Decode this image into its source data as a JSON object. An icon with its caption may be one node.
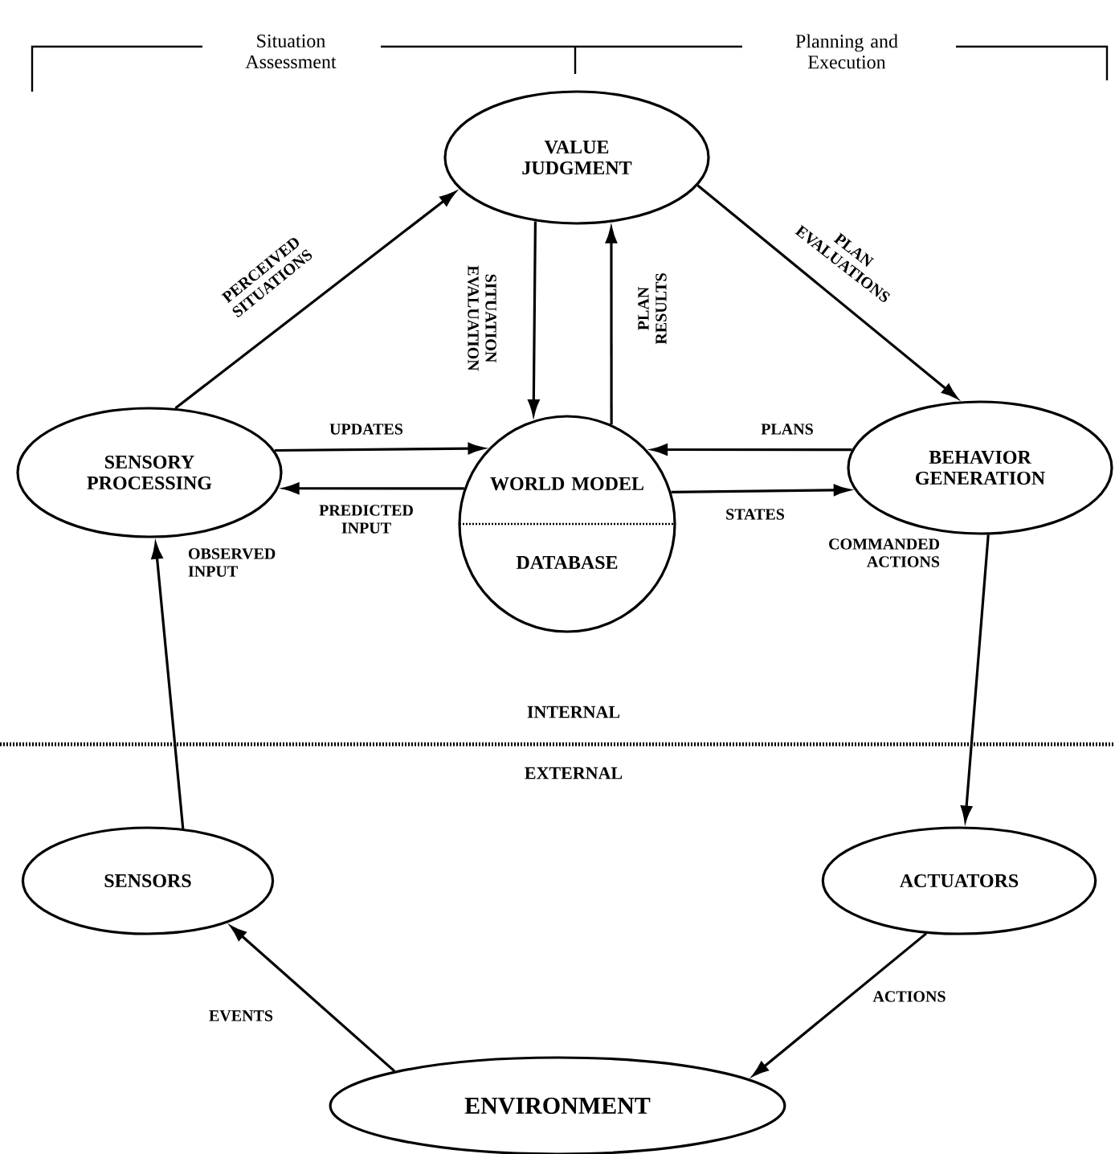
{
  "diagram": {
    "nodes": [
      {
        "text": [
          "VALUE JUDGMENT"
        ]
      },
      {
        "text": [
          "SENSORY PROCESSING"
        ]
      },
      {
        "text": [
          "WORLD MODEL",
          "DATABASE"
        ]
      },
      {
        "text": [
          "BEHAVIOR GENERATION"
        ]
      },
      {
        "text": [
          "SENSORS"
        ]
      },
      {
        "text": [
          "ACTUATORS"
        ]
      },
      {
        "text": [
          "ENVIRONMENT"
        ]
      }
    ],
    "edges": [
      {
        "from": 1,
        "to": 0,
        "arrow": "to",
        "label": "PERCEIVED SITUATIONS"
      },
      {
        "from": 0,
        "to": 3,
        "arrow": "to",
        "label": "PLAN EVALUATIONS"
      },
      {
        "from": 0,
        "to": 2,
        "arrow": "to",
        "label": "SITUATION EVALUATION"
      },
      {
        "from": 2,
        "to": 0,
        "arrow": "to",
        "label": "PLAN RESULTS"
      },
      {
        "from": 1,
        "to": 2,
        "arrow": "to",
        "label": "UPDATES"
      },
      {
        "from": 2,
        "to": 1,
        "arrow": "to",
        "label": "PREDICTED INPUT"
      },
      {
        "from": 3,
        "to": 2,
        "arrow": "to",
        "label": "PLANS"
      },
      {
        "from": 2,
        "to": 3,
        "arrow": "to",
        "label": "STATES"
      },
      {
        "from": 4,
        "to": 1,
        "arrow": "to",
        "label": "OBSERVED INPUT"
      },
      {
        "from": 3,
        "to": 5,
        "arrow": "to",
        "label": "COMMANDED ACTIONS"
      },
      {
        "from": 6,
        "to": 4,
        "arrow": "to",
        "label": "EVENTS"
      },
      {
        "from": 5,
        "to": 6,
        "arrow": "to",
        "label": "ACTIONS"
      }
    ],
    "labels": [
      "Situation Assessment",
      "Planning and Execution",
      "INTERNAL",
      "EXTERNAL"
    ]
  }
}
